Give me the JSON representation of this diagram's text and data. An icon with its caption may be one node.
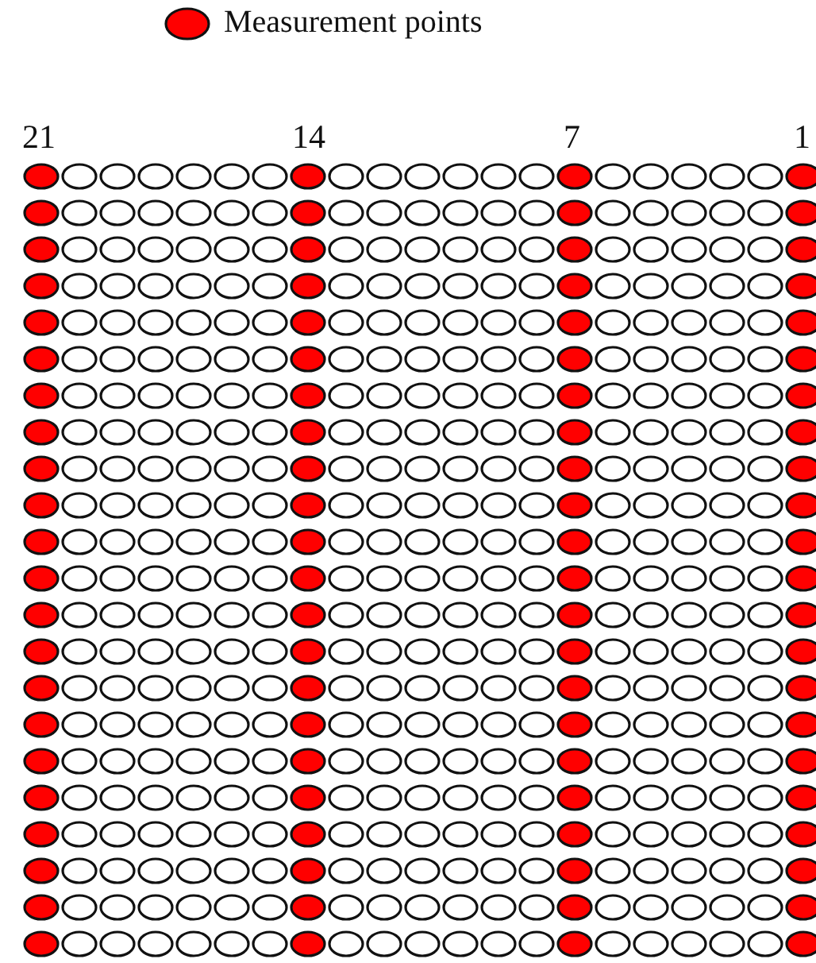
{
  "diagram": {
    "labels": [
      "21",
      "14",
      "7",
      "1"
    ],
    "legend": [
      {
        "text": "Measurement points",
        "color": "#ff0000"
      }
    ]
  }
}
